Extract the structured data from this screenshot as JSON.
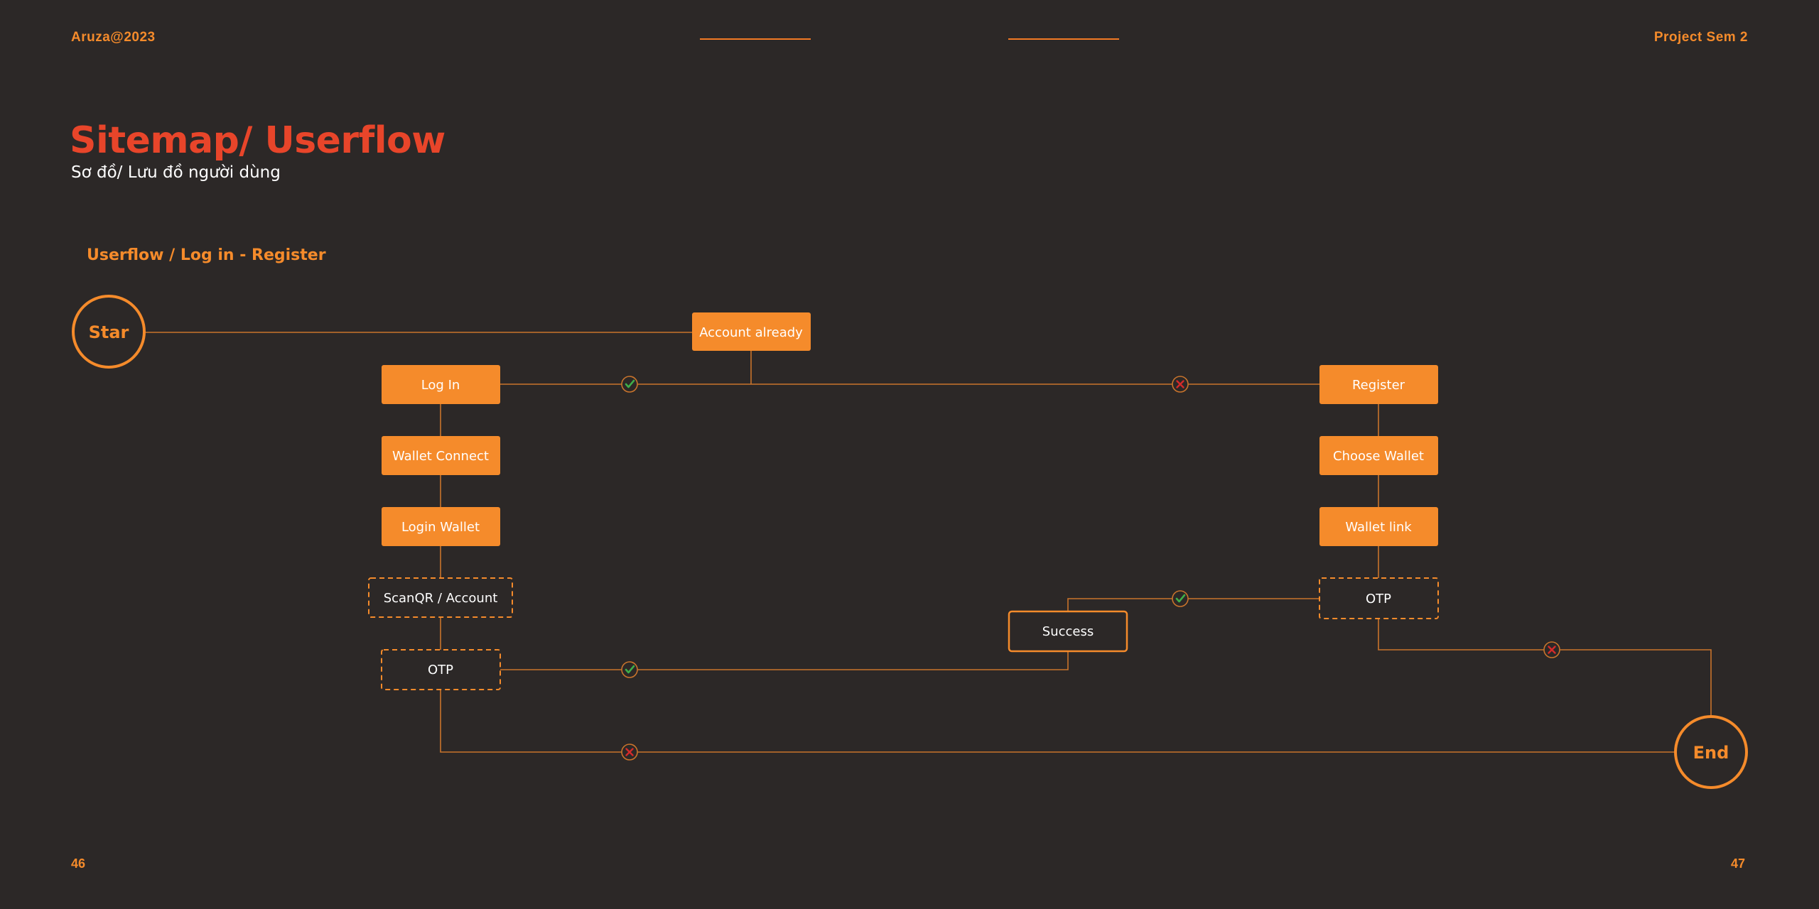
{
  "header": {
    "left": "Aruza@2023",
    "right": "Project Sem 2"
  },
  "title": "Sitemap/ Userflow",
  "subtitle": "Sơ đồ/ Lưu đồ người dùng",
  "section_label": "Userflow / Log in - Register",
  "footer": {
    "page_left": "46",
    "page_right": "47"
  },
  "colors": {
    "background": "#2c2827",
    "accent": "#f58b2b",
    "title": "#e8452a",
    "success": "#3fae49",
    "fail": "#d42a2a"
  },
  "flow": {
    "start": "Star",
    "end": "End",
    "account_already": "Account already",
    "login": "Log In",
    "wallet_connect": "Wallet Connect",
    "login_wallet": "Login Wallet",
    "scanqr_account": "ScanQR / Account",
    "otp_left": "OTP",
    "register": "Register",
    "choose_wallet": "Choose Wallet",
    "wallet_link": "Wallet link",
    "otp_right": "OTP",
    "success": "Success"
  }
}
